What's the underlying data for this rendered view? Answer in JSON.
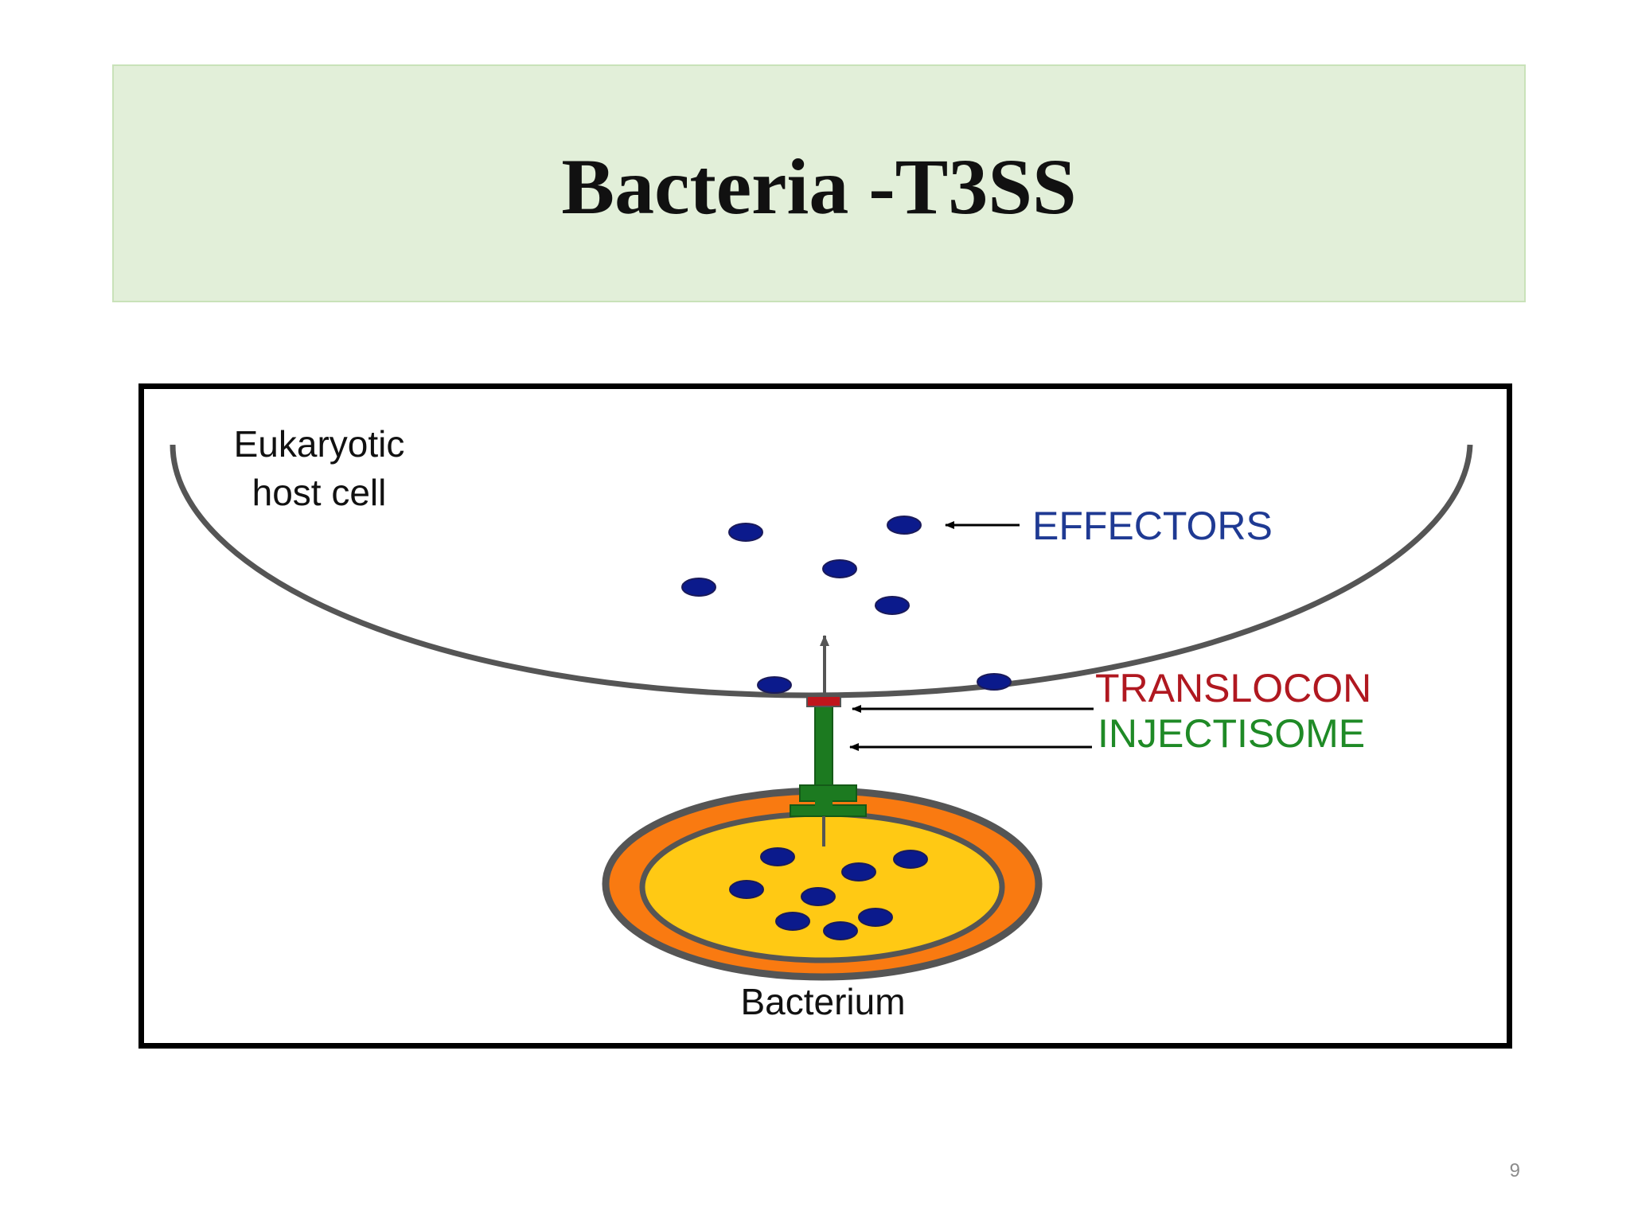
{
  "slide": {
    "title": "Bacteria -T3SS",
    "page_number": "9"
  },
  "diagram": {
    "labels": {
      "host_cell_line1": "Eukaryotic",
      "host_cell_line2": "host cell",
      "effectors": "EFFECTORS",
      "translocon": "TRANSLOCON",
      "injectisome": "INJECTISOME",
      "bacterium": "Bacterium"
    },
    "colors": {
      "effector": "#0b1a8c",
      "host_membrane": "#555555",
      "translocon": "#c0161c",
      "injectisome": "#1c7a20",
      "bacterium_outer": "#f97a11",
      "bacterium_inner": "#ffc914",
      "effectors_label": "#1f3a93",
      "translocon_label": "#b01820",
      "injectisome_label": "#1f8a26"
    }
  }
}
